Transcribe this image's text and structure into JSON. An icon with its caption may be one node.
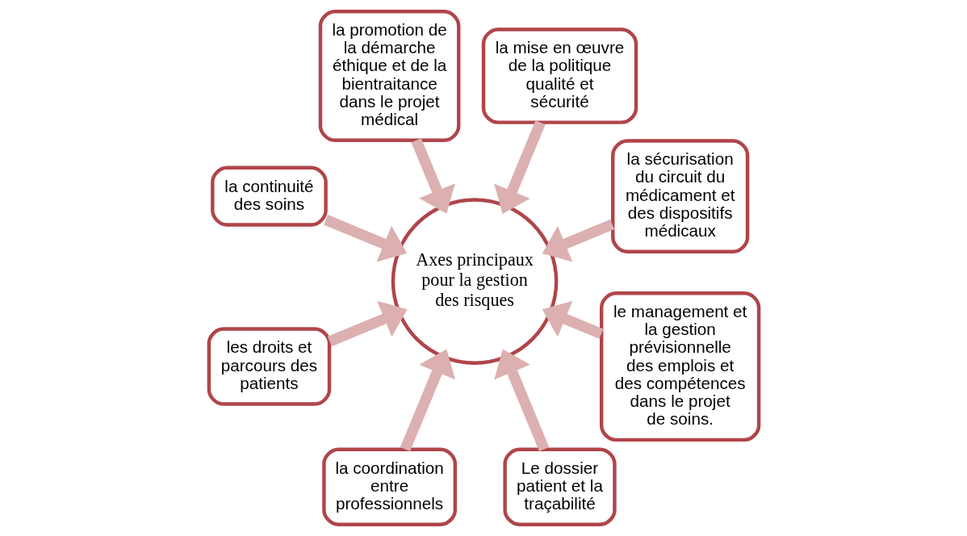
{
  "diagram": {
    "nodes": [
      {
        "text": [
          "la sécurisation du circuit du médicament et des dispositifs médicaux"
        ]
      },
      {
        "text": [
          "la mise en œuvre de la politique qualité et sécurité"
        ]
      },
      {
        "text": [
          "la promotion de la démarche éthique et de la bientraitance dans le projet médical"
        ]
      },
      {
        "text": [
          "la continuité des soins"
        ]
      },
      {
        "text": [
          "les droits et parcours des patients"
        ]
      },
      {
        "text": [
          "la coordination entre professionnels"
        ]
      },
      {
        "text": [
          "Le dossier patient et la traçabilité"
        ]
      },
      {
        "text": [
          "le management et la gestion prévisionnelle des emplois et des compétences dans le projet de soins."
        ]
      },
      {
        "text": [
          "Axes principaux pour la gestion des risques"
        ]
      }
    ],
    "edges": [
      {
        "from": 0,
        "to": 8,
        "arrow": "to"
      },
      {
        "from": 1,
        "to": 8,
        "arrow": "to"
      },
      {
        "from": 2,
        "to": 8,
        "arrow": "to"
      },
      {
        "from": 3,
        "to": 8,
        "arrow": "to"
      },
      {
        "from": 4,
        "to": 8,
        "arrow": "to"
      },
      {
        "from": 5,
        "to": 8,
        "arrow": "to"
      },
      {
        "from": 6,
        "to": 8,
        "arrow": "to"
      },
      {
        "from": 7,
        "to": 8,
        "arrow": "to"
      }
    ]
  }
}
